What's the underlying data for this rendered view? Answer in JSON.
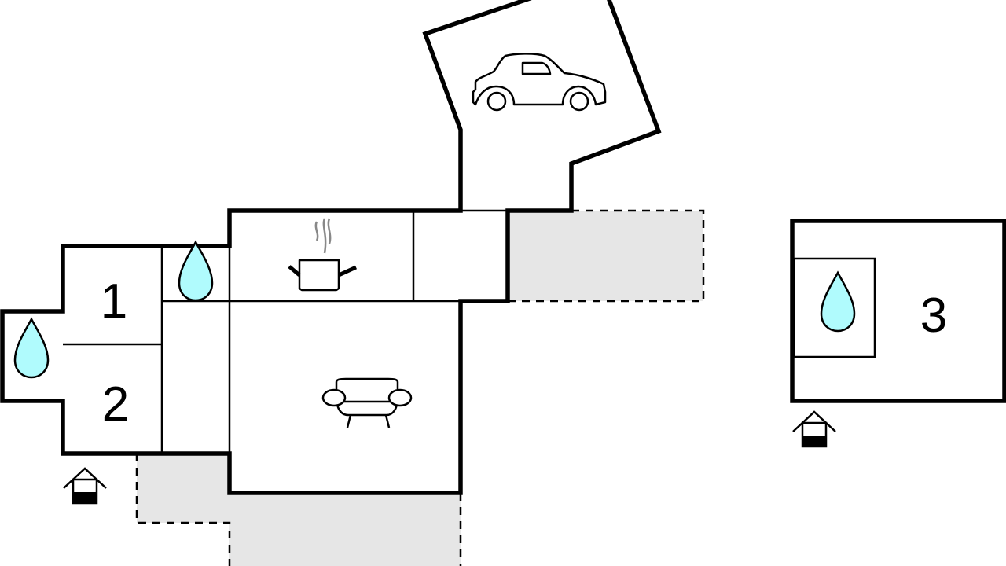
{
  "colors": {
    "wall": "#000000",
    "terrace": "#e6e6e6",
    "water": "#b0fbfd",
    "steam": "#888888"
  },
  "rooms": {
    "bedroom_1": {
      "label": "1"
    },
    "bedroom_2": {
      "label": "2"
    },
    "annex_bedroom_3": {
      "label": "3"
    }
  },
  "icons": [
    "water-drop-icon",
    "cooking-pot-icon",
    "sofa-icon",
    "car-icon",
    "entrance-icon"
  ]
}
